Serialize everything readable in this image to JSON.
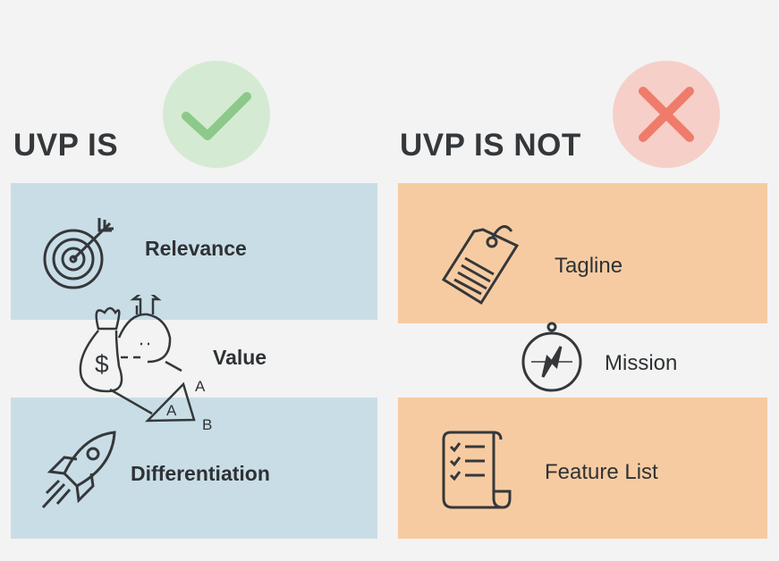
{
  "left": {
    "title": "UVP IS",
    "items": [
      {
        "label": "Relevance",
        "icon": "target-icon"
      },
      {
        "label": "Value",
        "icon": "money-bag-icon"
      },
      {
        "label": "Differentiation",
        "icon": "rocket-icon"
      }
    ],
    "value_icon_letters": [
      "A",
      "A",
      "B"
    ],
    "badge": "checkmark-icon"
  },
  "right": {
    "title": "UVP IS NOT",
    "items": [
      {
        "label": "Tagline",
        "icon": "tag-icon"
      },
      {
        "label": "Mission",
        "icon": "compass-icon"
      },
      {
        "label": "Feature List",
        "icon": "checklist-scroll-icon"
      }
    ],
    "badge": "x-icon"
  },
  "colors": {
    "blue": "#c9dde6",
    "orange": "#f7cba1",
    "green": "#d5ead2",
    "check": "#8cc98a",
    "red": "#f6cfc9",
    "x": "#ef7b6b"
  }
}
